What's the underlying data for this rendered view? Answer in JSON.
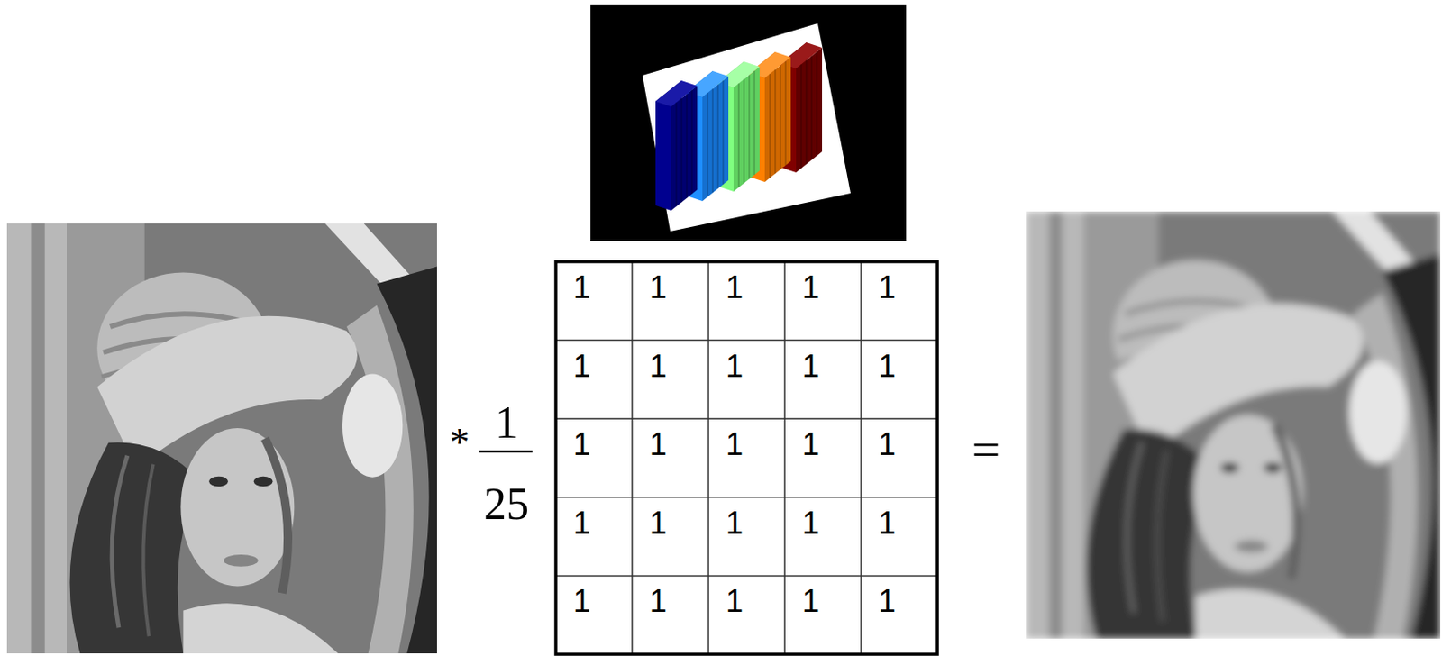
{
  "diagram": {
    "labels": [
      "*",
      "1",
      "25",
      "1",
      "1",
      "1",
      "1",
      "1",
      "1",
      "1",
      "1",
      "1",
      "1",
      "1",
      "1",
      "1",
      "1",
      "1",
      "1",
      "1",
      "1",
      "1",
      "1",
      "1",
      "1",
      "1",
      "1",
      "1",
      "="
    ]
  }
}
